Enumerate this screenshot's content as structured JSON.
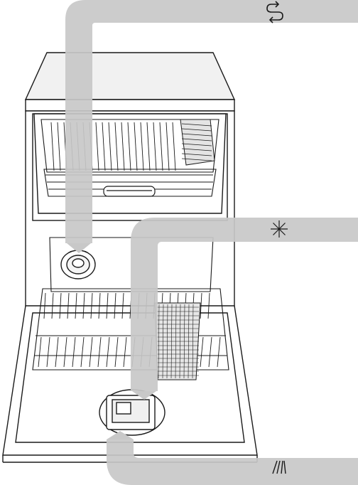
{
  "figure": {
    "description_text": "",
    "callouts": [
      {
        "id": "salt",
        "symbol_icon": "salt-refill-icon",
        "target": "salt-container-cap"
      },
      {
        "id": "rinse",
        "symbol_icon": "rinse-aid-icon",
        "target": "rinse-aid-dispenser"
      },
      {
        "id": "detergent",
        "symbol_icon": "detergent-icon",
        "target": "detergent-dispenser"
      }
    ]
  },
  "colors": {
    "callout_band": "#c8c8c8",
    "outline": "#1a1a1a",
    "panel_light": "#f1f1f1",
    "background": "#ffffff"
  }
}
